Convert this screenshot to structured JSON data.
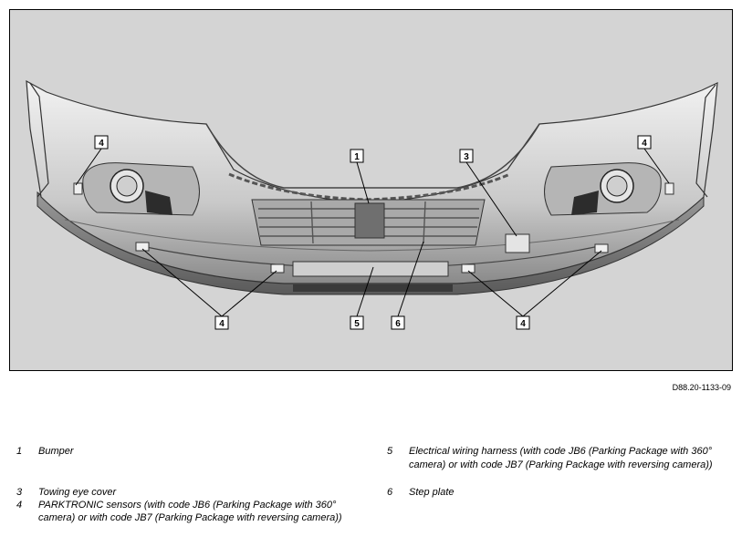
{
  "figure": {
    "code": "D88.20-1133-09",
    "callouts": [
      "1",
      "3",
      "4",
      "4",
      "4",
      "4",
      "5",
      "6"
    ]
  },
  "legend": [
    {
      "num": "1",
      "text": "Bumper"
    },
    {
      "num": "3",
      "text": "Towing eye cover"
    },
    {
      "num": "4",
      "text": "PARKTRONIC sensors (with code JB6 (Parking Package with 360° camera) or with code JB7 (Parking Package with reversing camera))"
    },
    {
      "num": "5",
      "text": "Electrical wiring harness (with code JB6 (Parking Package with 360° camera) or with code JB7 (Parking Package with reversing camera))"
    },
    {
      "num": "6",
      "text": "Step plate"
    }
  ]
}
